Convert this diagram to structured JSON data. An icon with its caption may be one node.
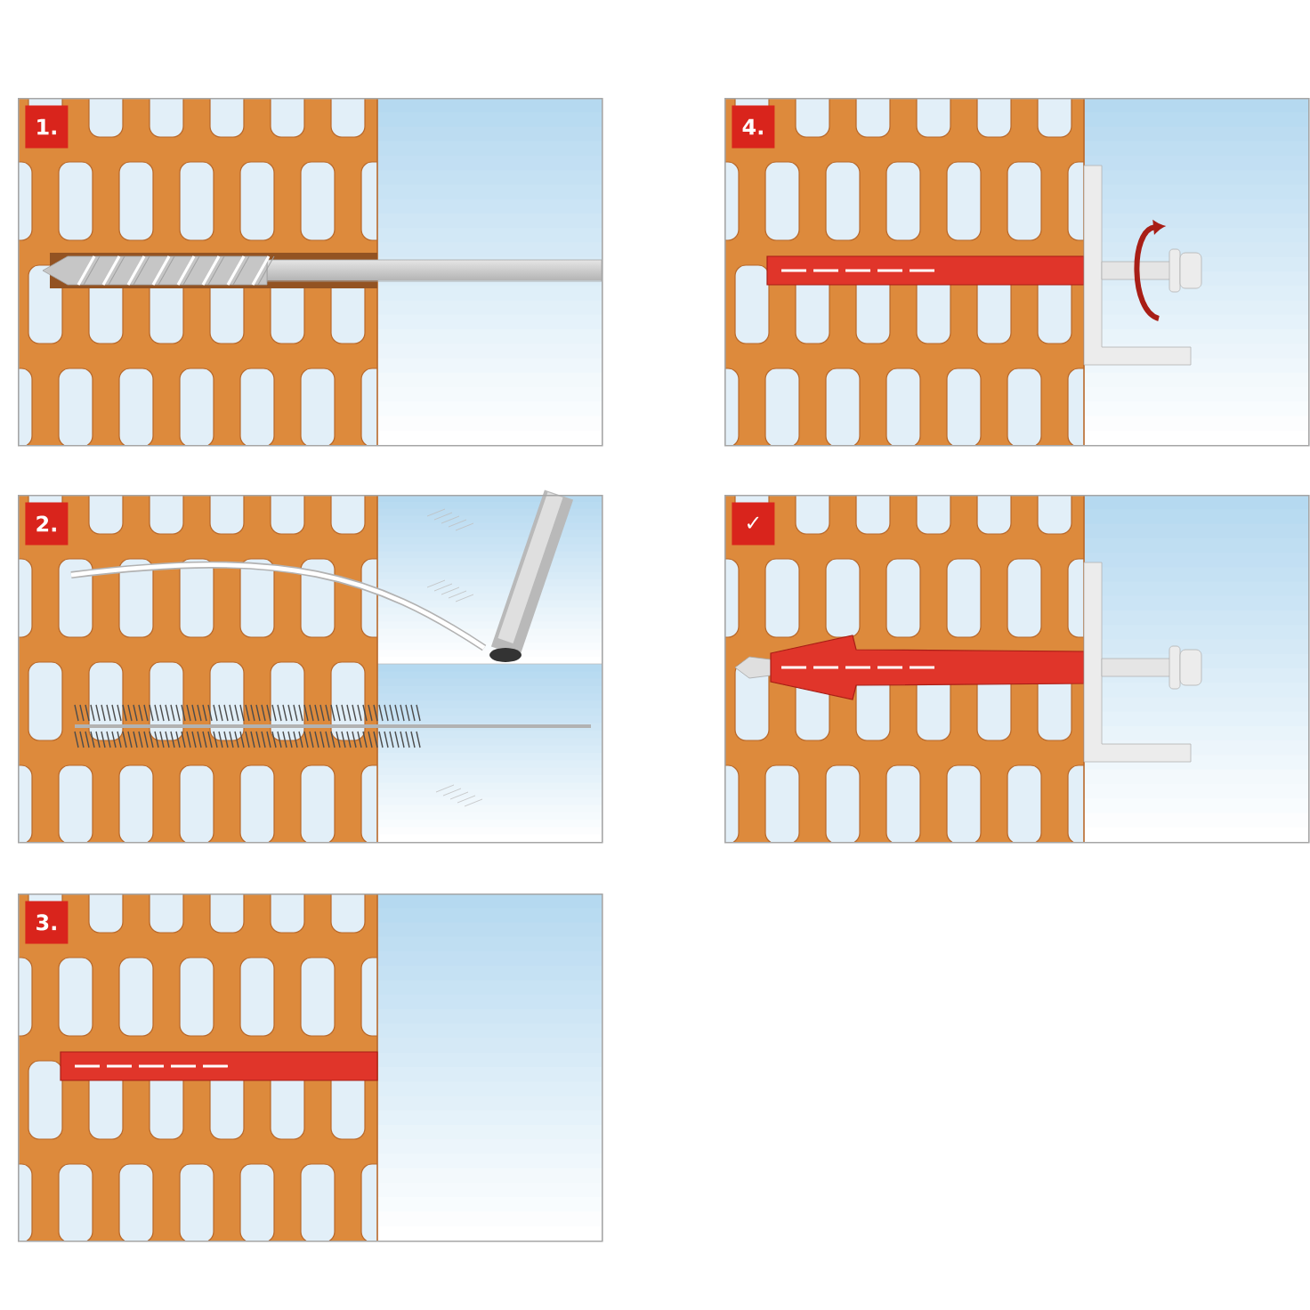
{
  "diagram": {
    "nodes": [
      {
        "text": [
          "1."
        ]
      },
      {
        "text": [
          "4."
        ]
      },
      {
        "text": [
          "2."
        ]
      },
      {
        "text": [
          "✓"
        ]
      },
      {
        "text": [
          "3."
        ]
      }
    ]
  }
}
